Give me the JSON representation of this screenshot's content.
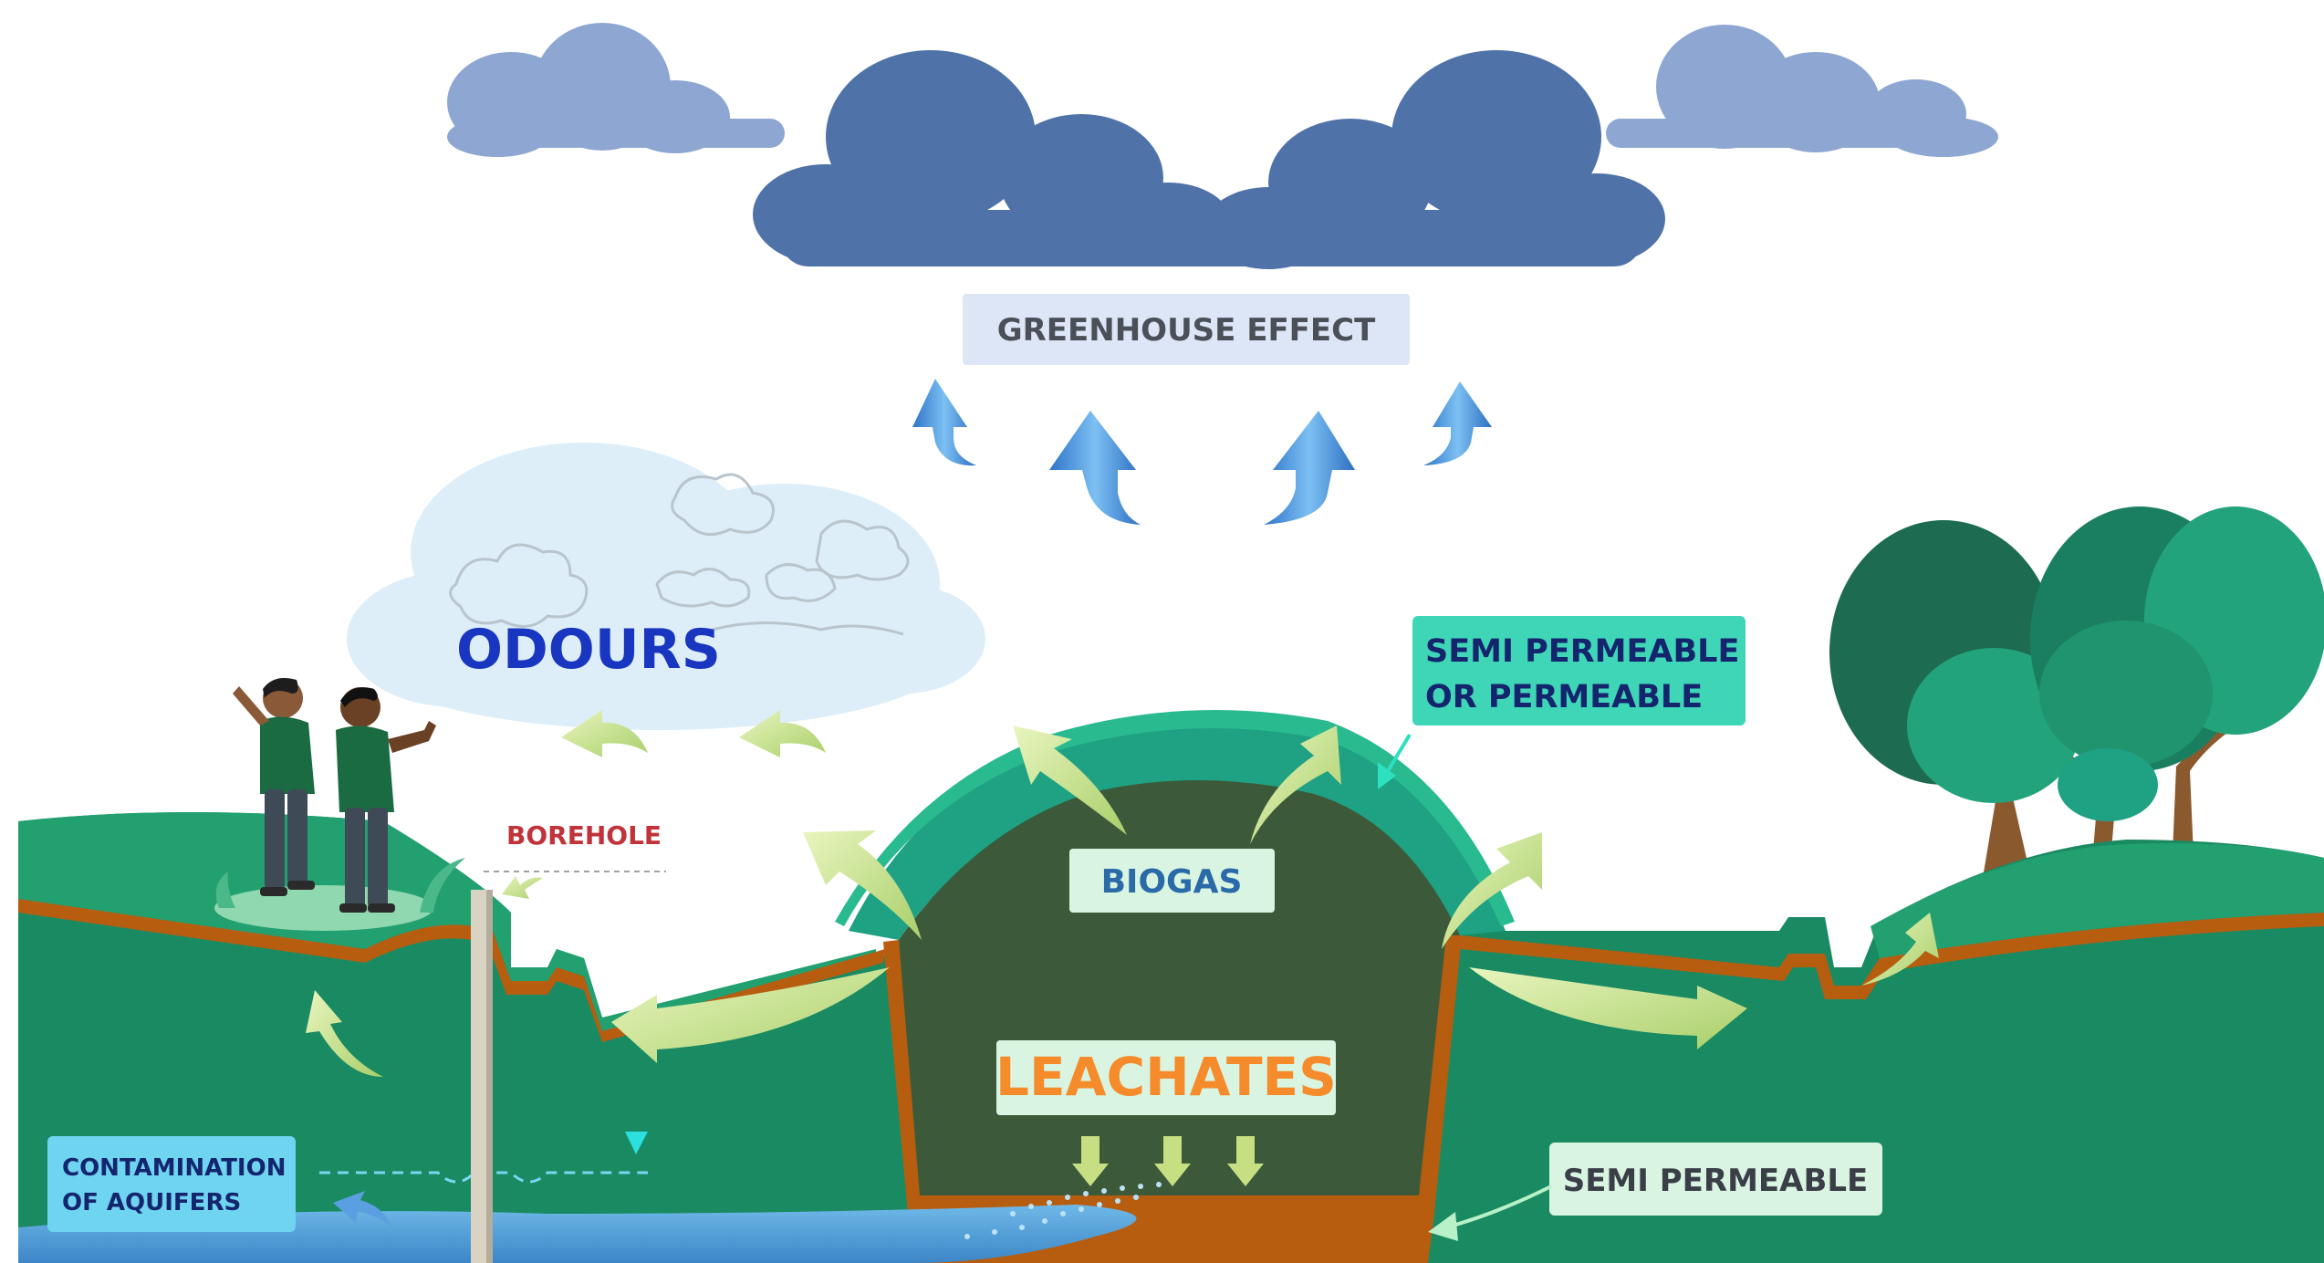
{
  "labels": {
    "greenhouse": "GREENHOUSE EFFECT",
    "odours": "ODOURS",
    "permeable_line1": "SEMI PERMEABLE",
    "permeable_line2": "OR PERMEABLE",
    "borehole": "BOREHOLE",
    "biogas": "BIOGAS",
    "leachates": "LEACHATES",
    "aquifers_line1": "CONTAMINATION",
    "aquifers_line2": "OF AQUIFERS",
    "semi_permeable": "SEMI PERMEABLE"
  },
  "colors": {
    "cloud_dark": "#4f72a8",
    "cloud_light": "#8ea6d2",
    "odour_cloud": "#ddeef8",
    "ground": "#1a8a62",
    "ground_top": "#22a070",
    "cap": "#1fa183",
    "landfill_interior": "#3c5a3a",
    "liner": "#b75d10",
    "water": "#4f9fd8",
    "flow_arrow": "#cfe79a",
    "up_arrow": "#3a86d8",
    "tree_dark": "#1d6b50",
    "tree_light": "#23a37b",
    "trunk": "#8a5a2e",
    "label_green_bg": "#d9f5e2",
    "label_teal_bg": "#3fd6b8",
    "label_blue_bg": "#6ed4f0",
    "greenhouse_bg": "#dde6f7",
    "odour_text": "#1836c0",
    "borehole_text": "#c0333a",
    "leachates_text": "#f58b2a"
  }
}
